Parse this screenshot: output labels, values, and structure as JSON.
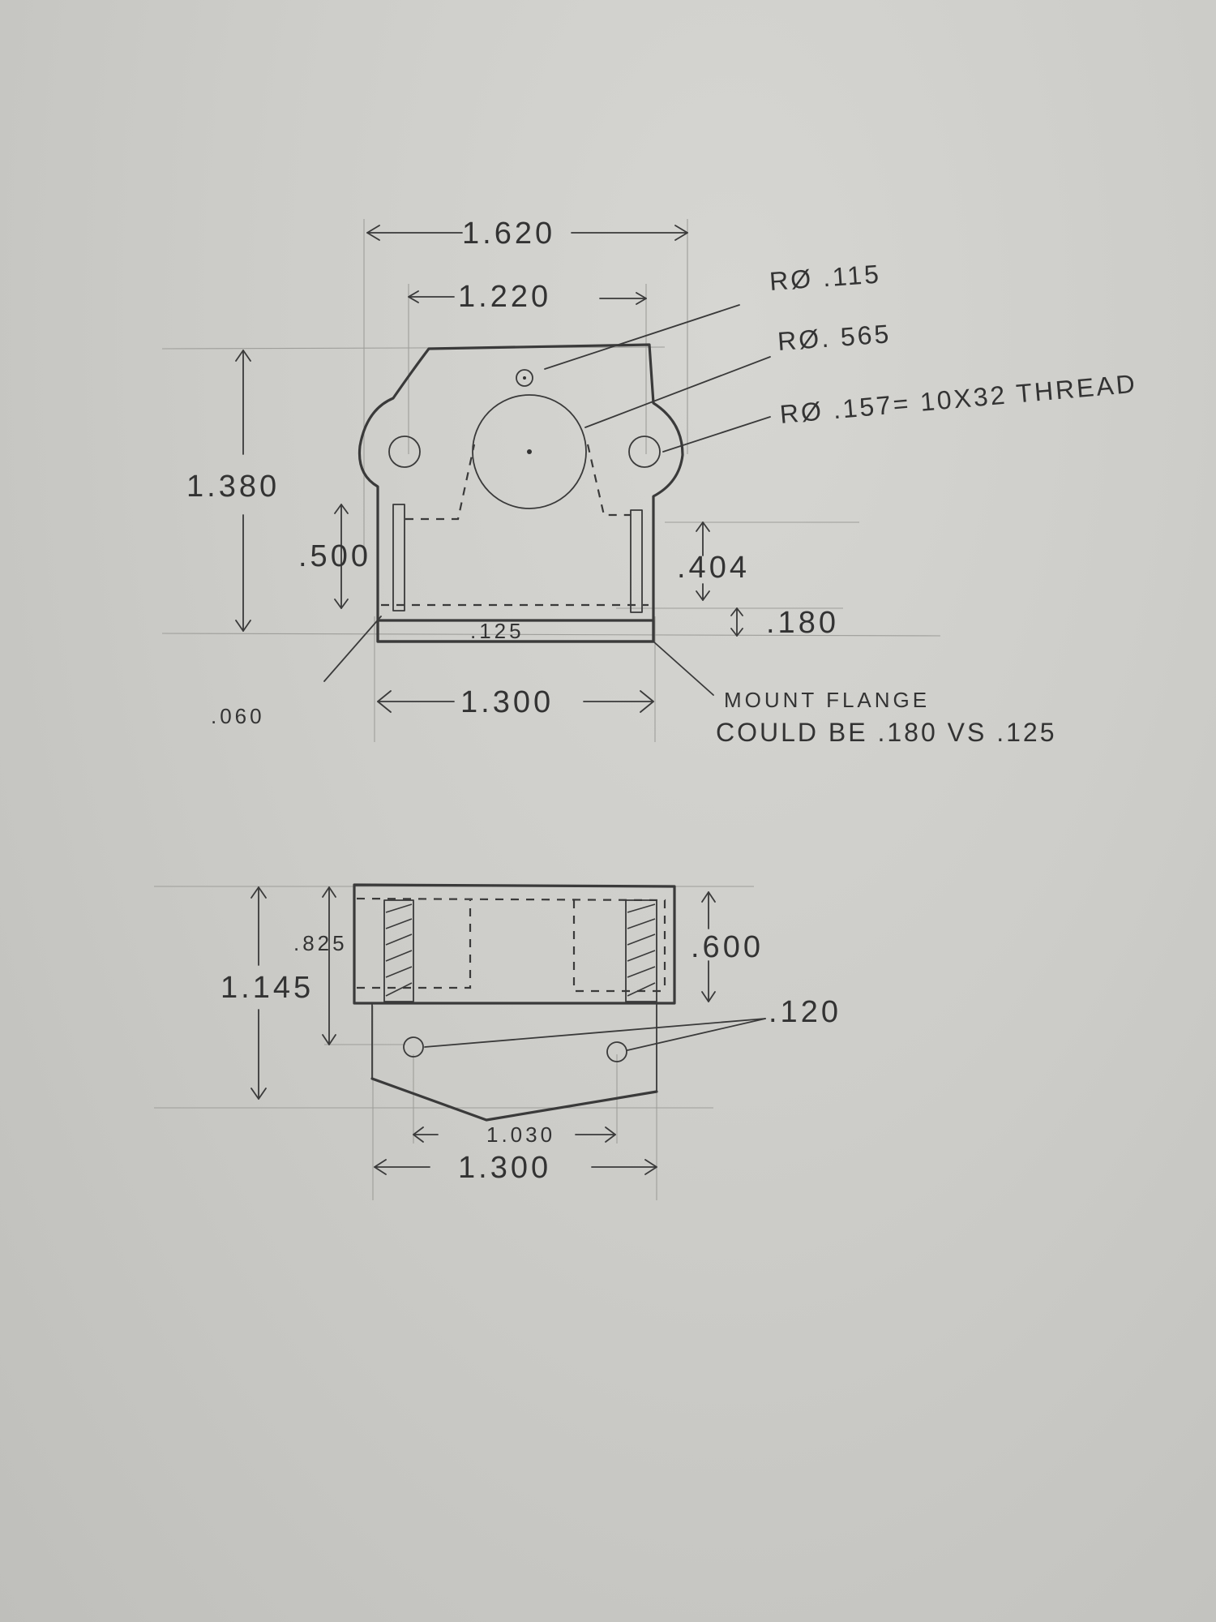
{
  "top_view": {
    "overall_width": "1.620",
    "hole_spacing": "1.220",
    "overall_height": "1.380",
    "slot_depth": ".500",
    "pocket_depth": ".404",
    "flange_thickness": ".180",
    "flange_inner": ".125",
    "corner": ".060",
    "base_width": "1.300",
    "callouts": {
      "small_hole": "RØ .115",
      "bore": "RØ. 565",
      "thread_hole": "RØ .157= 10X32 THREAD"
    },
    "flange_note": {
      "line1": "MOUNT FLANGE",
      "line2": "COULD BE .180 VS .125"
    }
  },
  "bottom_view": {
    "overall_height": "1.145",
    "upper_height": ".825",
    "inner_height": ".600",
    "hole_size": ".120",
    "hole_spacing": "1.030",
    "base_width": "1.300"
  }
}
